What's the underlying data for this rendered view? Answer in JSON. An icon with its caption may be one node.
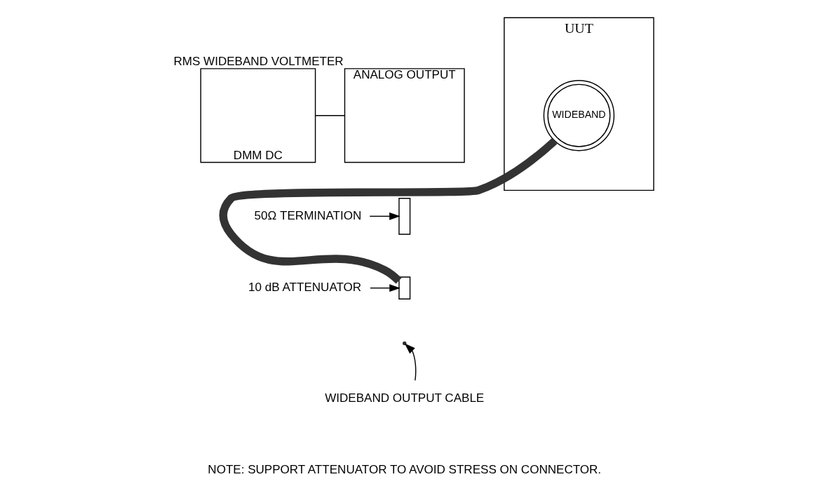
{
  "diagram": {
    "nodes": [
      {
        "text": [
          "DMM DC"
        ]
      },
      {
        "text": [
          "ANALOG OUTPUT"
        ],
        "beside": [
          "RMS WIDEBAND VOLTMETER"
        ]
      },
      {
        "text": [
          "UUT"
        ]
      },
      {
        "text": [
          "WIDEBAND"
        ],
        "in": 2
      },
      {
        "text": [],
        "shape": "box"
      },
      {
        "text": [],
        "shape": "box"
      },
      {
        "text": [
          "50Ω TERMINATION"
        ]
      },
      {
        "text": [
          "10 dB ATTENUATOR"
        ]
      },
      {
        "text": [
          "WIDEBAND OUTPUT CABLE"
        ]
      }
    ],
    "edges": [
      {
        "from": 0,
        "to": 1,
        "arrow": "none"
      },
      {
        "from": 5,
        "to": 3,
        "arrow": "none",
        "style": "thick"
      },
      {
        "from": 6,
        "to": 4,
        "arrow": "to"
      },
      {
        "from": 7,
        "to": 5,
        "arrow": "to"
      },
      {
        "from": 8,
        "to": null,
        "arrow": "to"
      }
    ],
    "labels": [
      "NOTE: SUPPORT ATTENUATOR TO AVOID STRESS ON CONNECTOR."
    ]
  }
}
